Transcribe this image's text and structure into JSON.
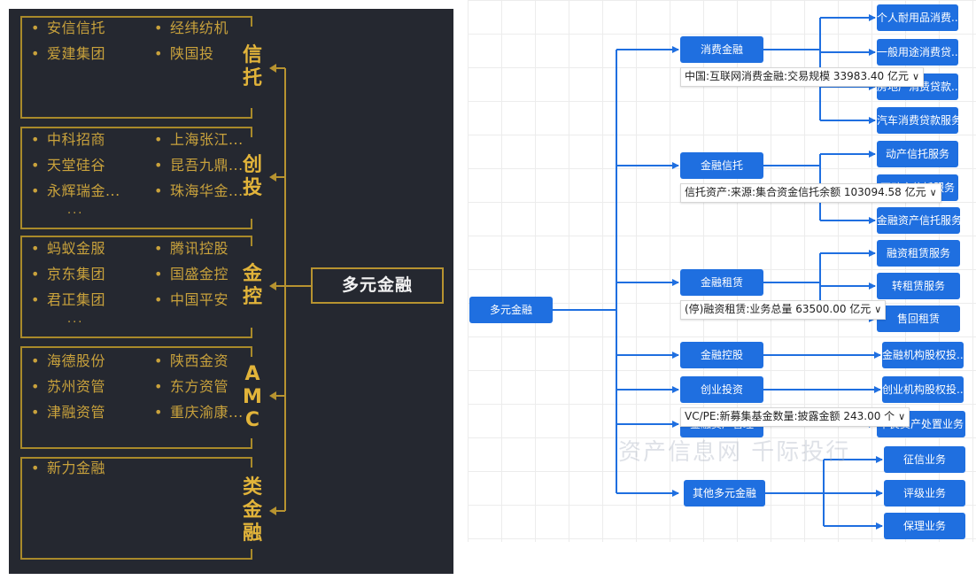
{
  "left_panel": {
    "center": "多元金融",
    "groups": [
      {
        "label": [
          "信",
          "托"
        ],
        "items": [
          "安信信托",
          "经纬纺机",
          "爱建集团",
          "陕国投"
        ],
        "more": ""
      },
      {
        "label": [
          "创",
          "投"
        ],
        "items": [
          "中科招商",
          "上海张江...",
          "天堂硅谷",
          "昆吾九鼎...",
          "永辉瑞金...",
          "珠海华金..."
        ],
        "more": "..."
      },
      {
        "label": [
          "金",
          "控"
        ],
        "items": [
          "蚂蚁金服",
          "腾讯控股",
          "京东集团",
          "国盛金控",
          "君正集团",
          "中国平安"
        ],
        "more": "..."
      },
      {
        "label": [
          "A",
          "M",
          "C"
        ],
        "items": [
          "海德股份",
          "陕西金资",
          "苏州资管",
          "东方资管",
          "津融资管",
          "重庆渝康..."
        ],
        "more": ""
      },
      {
        "label": [
          "类",
          "金",
          "融"
        ],
        "items": [
          "新力金融"
        ],
        "more": ""
      }
    ]
  },
  "right_panel": {
    "root": "多元金融",
    "categories": [
      "消费金融",
      "金融信托",
      "金融租赁",
      "金融控股",
      "创业投资",
      "金融资产管理",
      "其他多元金融"
    ],
    "leaves": [
      "个人耐用品消费...",
      "一般用途消费贷...",
      "房地产消费贷款...",
      "汽车消费贷款服务",
      "动产信托服务",
      "不动产信托服务",
      "金融资产信托服务",
      "融资租赁服务",
      "转租赁服务",
      "售回租赁",
      "金融机构股权投...",
      "创业机构股权投...",
      "不良资产处置业务",
      "征信业务",
      "评级业务",
      "保理业务"
    ],
    "tooltips": [
      "中国:互联网消费金融:交易规模 33983.40 亿元",
      "信托资产:来源:集合资金信托余额 103094.58 亿元",
      "(停)融资租赁:业务总量 63500.00 亿元",
      "VC/PE:新募集基金数量:披露金额 243.00 个"
    ],
    "watermark": "资产信息网 千际投行",
    "colors": {
      "node": "#1f6fe0",
      "line": "#1f6fe0",
      "gold": "#c9a23c",
      "dark_bg": "#252830"
    }
  }
}
